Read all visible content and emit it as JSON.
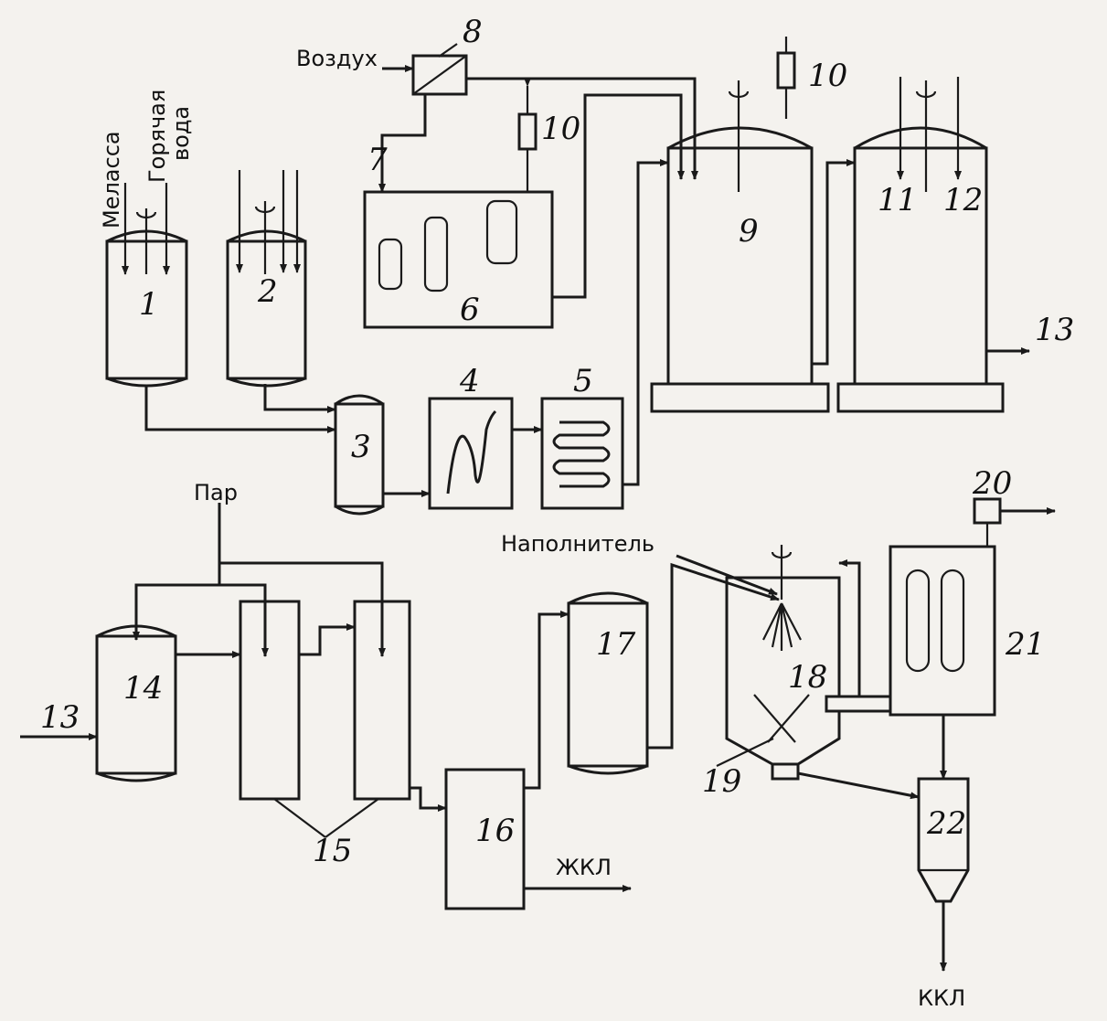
{
  "labels": {
    "molasses": "Меласса",
    "hot_water_1": "Горячая",
    "hot_water_2": "вода",
    "air": "Воздух",
    "steam": "Пар",
    "filler": "Наполнитель",
    "liquid_product": "ЖКЛ",
    "dry_product": "ККЛ"
  },
  "numbers": {
    "n1": "1",
    "n2": "2",
    "n3": "3",
    "n4": "4",
    "n5": "5",
    "n6": "6",
    "n7": "7",
    "n8": "8",
    "n9": "9",
    "n10a": "10",
    "n10b": "10",
    "n11": "11",
    "n12": "12",
    "n13a": "13",
    "n13b": "13",
    "n14": "14",
    "n15": "15",
    "n16": "16",
    "n17": "17",
    "n18": "18",
    "n19": "19",
    "n20": "20",
    "n21": "21",
    "n22": "22"
  }
}
